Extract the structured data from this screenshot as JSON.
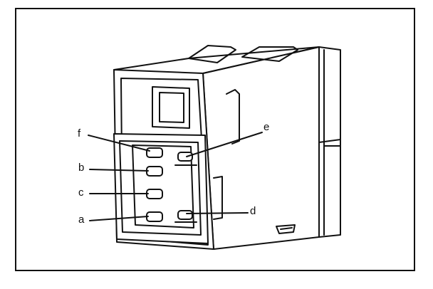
{
  "diagram": {
    "labels": {
      "f": "f",
      "b": "b",
      "c": "c",
      "a": "a",
      "e": "e",
      "d": "d"
    }
  }
}
